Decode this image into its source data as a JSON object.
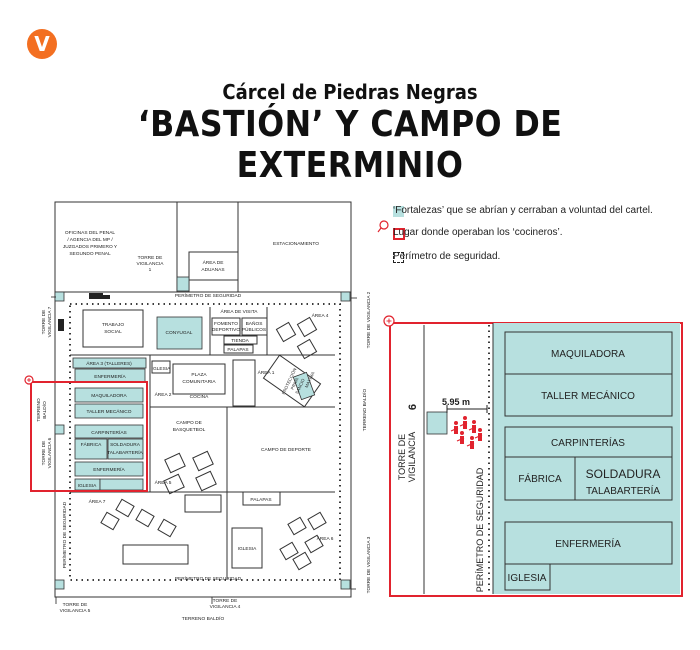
{
  "header": {
    "logo_letter": "V",
    "subtitle": "Cárcel de Piedras Negras",
    "title": "‘BASTIÓN’ Y CAMPO DE EXTERMINIO"
  },
  "legend": {
    "fortalezas": "‘Fortalezas’ que se abrían y cerraban a voluntad del cartel.",
    "cocineros": "Lugar donde operaban los ‘cocineros’.",
    "perimetro": "Perímetro de seguridad."
  },
  "colors": {
    "fortaleza": "#b7e0df",
    "highlight": "#e1232e",
    "line": "#333333"
  },
  "map": {
    "oficinas": [
      "OFICINAS DEL PENAL",
      "/ AGENCIA DEL MP /",
      "JUZGADOS PRIMERO Y",
      "SEGUNDO PENAL"
    ],
    "torre1": [
      "TORRE DE",
      "VIGILANCIA",
      "1"
    ],
    "aduanas": [
      "ÁREA DE",
      "ADUANAS"
    ],
    "estacionamiento": "ESTACIONAMIENTO",
    "perimetro_top": "PERÍMETRO DE SEGURIDAD",
    "perimetro_bottom": "PERÍMETRO DE SEGURIDAD",
    "perimetro_left": "PERÍMETRO DE SEGURIDAD",
    "trabajo_social": [
      "TRABAJO",
      "SOCIAL"
    ],
    "conyugal": "CONYUGAL",
    "area_visita": "ÁREA DE VISITA",
    "fomento": [
      "FOMENTO",
      "DEPORTIVO"
    ],
    "banos": [
      "BAÑOS",
      "PÚBLICOS"
    ],
    "tienda": "TIENDA",
    "palapas": "PALAPAS",
    "area4": "ÁREA 4",
    "area3": "ÁREA 3 (TALLERES)",
    "enfermeria_top": "ENFERMERÍA",
    "iglesia_small": "IGLESIA",
    "plaza": [
      "PLAZA",
      "COMUNITARIA"
    ],
    "area2": "ÁREA 2",
    "cocina": "COCINA",
    "area1": "ÁREA 1",
    "proteccion": [
      "PROTECCIÓN",
      "PRIVA",
      "SANCIO",
      "MAXIMA"
    ],
    "maquiladora": "MAQUILADORA",
    "taller": "TALLER MECÁNICO",
    "carpinterias": "CARPINTERÍAS",
    "fabrica": "FÁBRICA",
    "soldadura": "SOLDADURA",
    "talabarteria": "TALABARTERÍA",
    "enfermeria": "ENFERMERÍA",
    "iglesia": "IGLESIA",
    "campo_basquetbol": [
      "CAMPO DE",
      "BASQUETBOL"
    ],
    "campo_deporte": "CAMPO DE DEPORTE",
    "area5": "ÁREA 5",
    "area7": "ÁREA 7",
    "area6": "ÁREA 6",
    "palapas2": "PALAPAS",
    "iglesia2": "IGLESIA",
    "torre2": "TORRE DE VIGILANCIA 2",
    "torre3": "TORRE DE VIGILANCIA 3",
    "torre4": [
      "TORRE DE",
      "VIGILANCIA 4"
    ],
    "torre5": [
      "TORRE DE",
      "VIGILANCIA 5"
    ],
    "torre6": [
      "TORRE DE",
      "VIGILANCIA 6"
    ],
    "torre7": [
      "TORRE DE",
      "VIGILANCIA 7"
    ],
    "terreno_baldio_r": "TERRENO BALDÍO",
    "terreno_baldio_l": [
      "TERRENO",
      "BALDÍO"
    ],
    "terreno_baldio_b": "TERRENO BALDÍO"
  },
  "zoom": {
    "maquiladora": "MAQUILADORA",
    "taller": "TALLER MECÁNICO",
    "carpinterias": "CARPINTERÍAS",
    "fabrica": "FÁBRICA",
    "soldadura": "SOLDADURA",
    "talabarteria": "TALABARTERÍA",
    "enfermeria": "ENFERMERÍA",
    "iglesia": "IGLESIA",
    "torre": "TORRE DE",
    "torre2": "VIGILANCIA",
    "torre_num": "6",
    "perimetro": "PERÍMETRO DE SEGURIDAD",
    "distance": "5.95 m"
  }
}
